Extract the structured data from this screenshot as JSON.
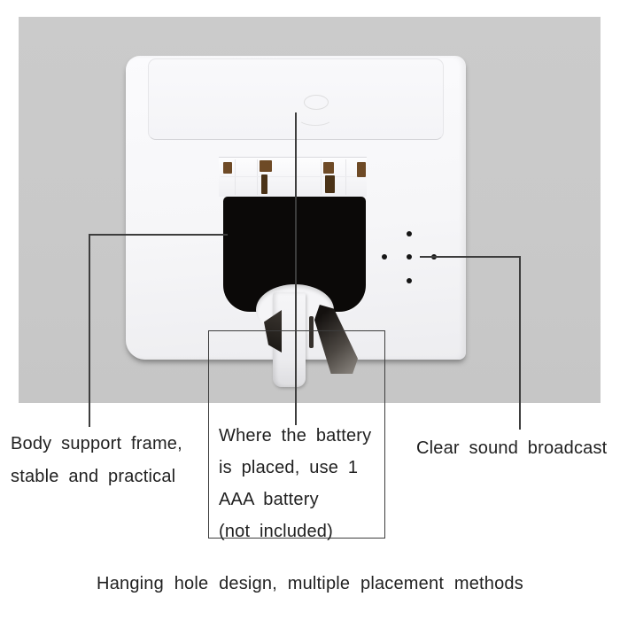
{
  "callouts": {
    "body_support": {
      "line1": "Body support frame,",
      "line2": "stable and practical"
    },
    "battery": {
      "line1": "Where the battery",
      "line2": "is placed, use 1",
      "line3": "AAA battery",
      "line4": "(not included)"
    },
    "sound": {
      "label": "Clear sound broadcast"
    },
    "caption": "Hanging hole design, multiple placement methods"
  },
  "colors": {
    "photo_bg": "#c9c9c9",
    "device": "#f5f5f7",
    "compartment": "#0b0908",
    "contact": "#6e4a26",
    "line": "#3d3d3d",
    "text": "#212121",
    "speaker_dot": "#161616"
  }
}
